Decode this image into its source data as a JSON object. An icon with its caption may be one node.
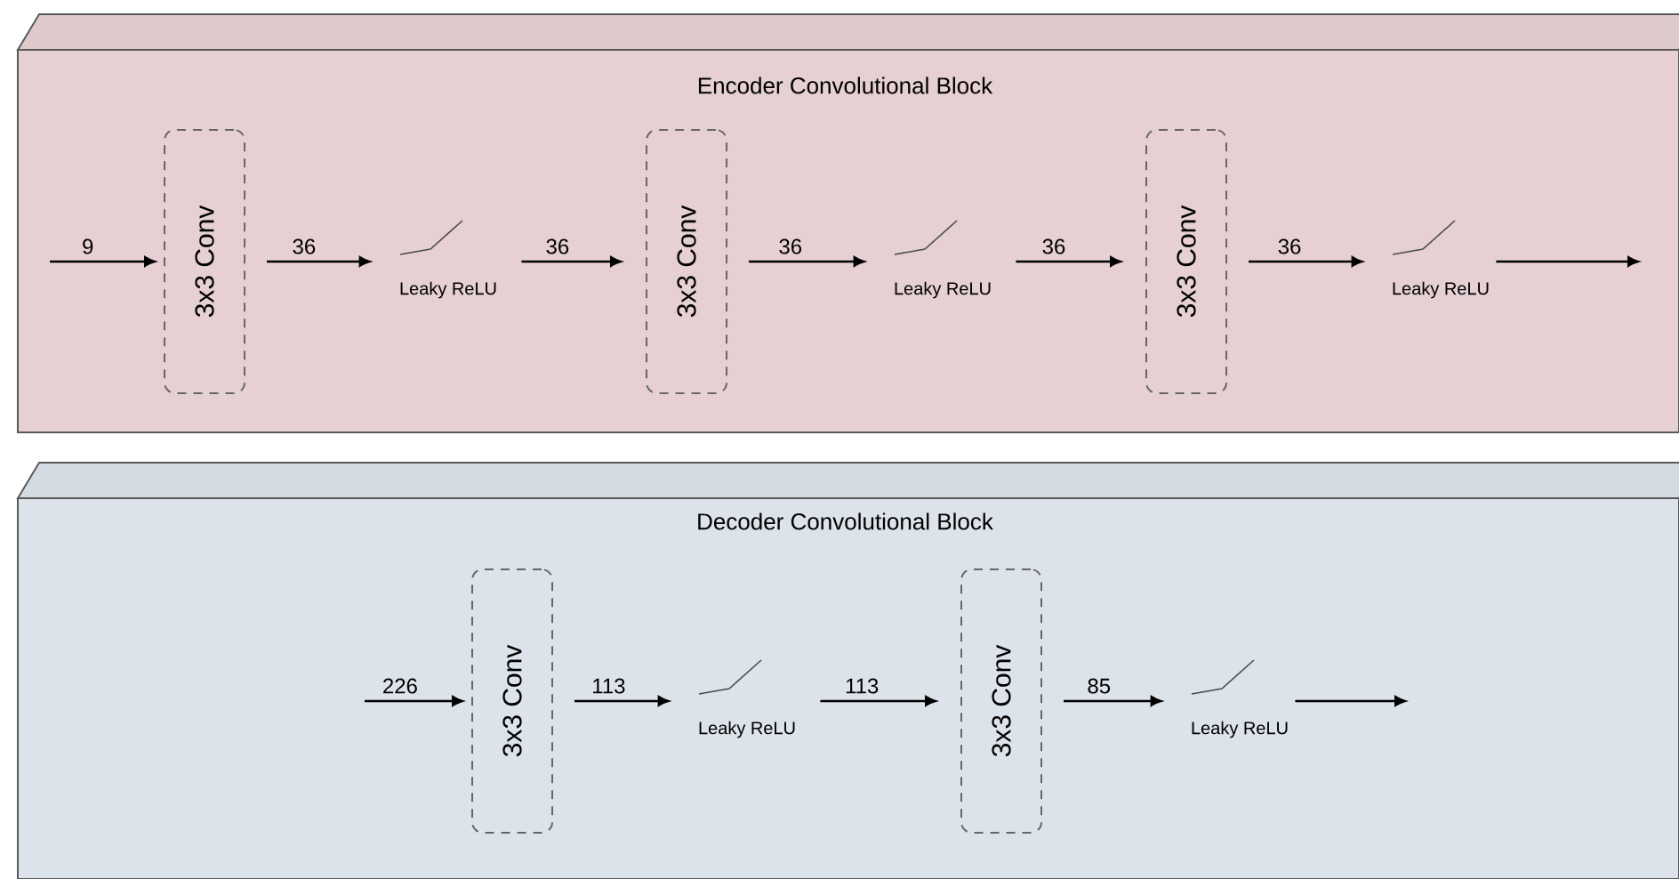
{
  "diagram": {
    "nodes": [
      {
        "text": [
          "Encoder Convolutional Block"
        ]
      },
      {
        "text": [
          "3x3 Conv"
        ],
        "in": 0
      },
      {
        "text": [
          "Leaky ReLU"
        ],
        "in": 0
      },
      {
        "text": [
          "3x3 Conv"
        ],
        "in": 0
      },
      {
        "text": [
          "Leaky ReLU"
        ],
        "in": 0
      },
      {
        "text": [
          "3x3 Conv"
        ],
        "in": 0
      },
      {
        "text": [
          "Leaky ReLU"
        ],
        "in": 0
      },
      {
        "text": [
          "Decoder Convolutional Block"
        ]
      },
      {
        "text": [
          "3x3 Conv"
        ],
        "in": 7
      },
      {
        "text": [
          "Leaky ReLU"
        ],
        "in": 7
      },
      {
        "text": [
          "3x3 Conv"
        ],
        "in": 7
      },
      {
        "text": [
          "Leaky ReLU"
        ],
        "in": 7
      }
    ],
    "edges": [
      {
        "from": null,
        "to": 1,
        "arrow": "to",
        "label": "9"
      },
      {
        "from": 1,
        "to": 2,
        "arrow": "to",
        "label": "36"
      },
      {
        "from": 2,
        "to": 3,
        "arrow": "to",
        "label": "36"
      },
      {
        "from": 3,
        "to": 4,
        "arrow": "to",
        "label": "36"
      },
      {
        "from": 4,
        "to": 5,
        "arrow": "to",
        "label": "36"
      },
      {
        "from": 5,
        "to": 6,
        "arrow": "to",
        "label": "36"
      },
      {
        "from": 6,
        "to": null,
        "arrow": "to"
      },
      {
        "from": null,
        "to": 8,
        "arrow": "to",
        "label": "226"
      },
      {
        "from": 8,
        "to": 9,
        "arrow": "to",
        "label": "113"
      },
      {
        "from": 9,
        "to": 10,
        "arrow": "to",
        "label": "113"
      },
      {
        "from": 10,
        "to": 11,
        "arrow": "to",
        "label": "85"
      },
      {
        "from": 11,
        "to": null,
        "arrow": "to"
      }
    ]
  }
}
